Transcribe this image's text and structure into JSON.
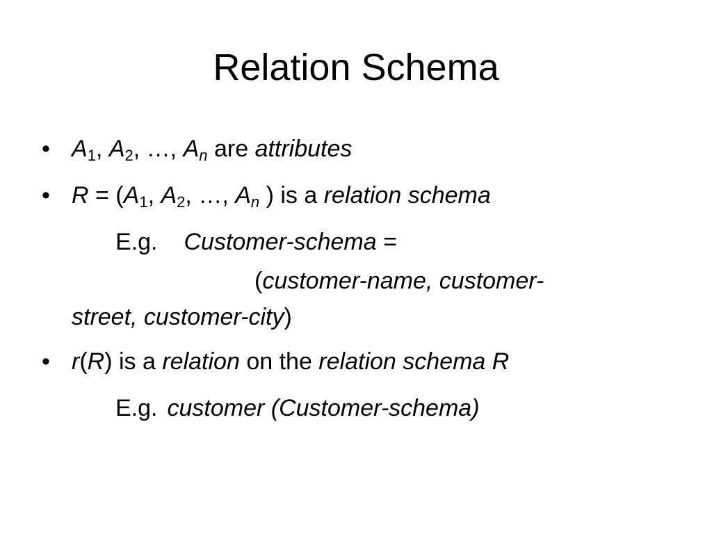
{
  "slide": {
    "title": "Relation Schema",
    "bullet_char": "•",
    "line1": {
      "a": "A",
      "a_sub1": "1",
      "sep1": ", ",
      "a2": "A",
      "a_sub2": "2",
      "sep2": ", …, ",
      "an": "A",
      "an_sub": "n",
      "text": " are ",
      "term": "attributes"
    },
    "line2": {
      "r": "R",
      "eq": " = (",
      "a1": "A",
      "s1": "1",
      "c1": ", ",
      "a2": "A",
      "s2": "2",
      "c2": ", …, ",
      "an": "A",
      "sn": "n",
      "close": " ) is a ",
      "term": "relation schema"
    },
    "example1": {
      "eg": "E.g.",
      "name": "Customer-schema",
      "eq": " =",
      "open": "(",
      "part1": "customer-name, customer-",
      "part2": "street, customer-city",
      "close": ")"
    },
    "line3": {
      "r": "r",
      "open": "(",
      "R": "R",
      "close": ")",
      "text1": " is a ",
      "term1": "relation",
      "text2": " on the ",
      "term2": "relation schema R"
    },
    "example2": {
      "eg": "E.g.",
      "value": "customer (Customer-schema)"
    }
  }
}
